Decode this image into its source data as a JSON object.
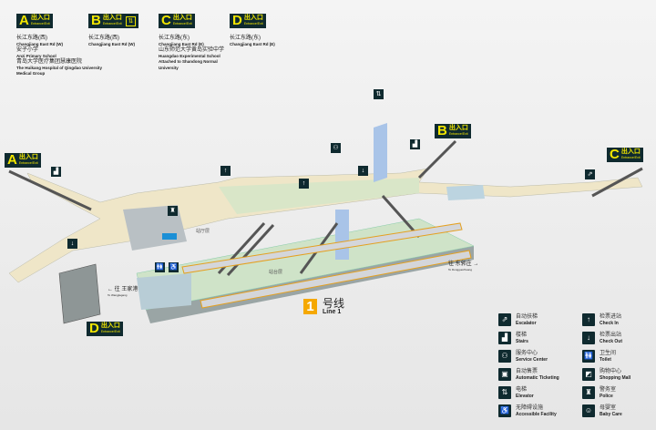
{
  "exits": [
    {
      "letter": "A",
      "cn": "出入口",
      "en": "Entrance/Exit",
      "info": [
        {
          "cn": "长江东路(西)",
          "en": "Changjiang East Rd (W)"
        },
        {
          "cn": "安子小学",
          "en": "Anzi Primary School"
        },
        {
          "cn": "青岛大学医疗集团慧康医院",
          "en": "The Huikang Hospital of Qingdao University Medical Group"
        }
      ]
    },
    {
      "letter": "B",
      "cn": "出入口",
      "en": "Entrance/Exit",
      "info": [
        {
          "cn": "长江东路(西)",
          "en": "Changjiang East Rd (W)"
        }
      ]
    },
    {
      "letter": "C",
      "cn": "出入口",
      "en": "Entrance/Exit",
      "info": [
        {
          "cn": "长江东路(东)",
          "en": "Changjiang East Rd (E)"
        },
        {
          "cn": "山东师范大学黄岛实验中学",
          "en": "Huangdao Experimental School Attached to Shandong Normal University"
        }
      ]
    },
    {
      "letter": "D",
      "cn": "出入口",
      "en": "Entrance/Exit",
      "info": [
        {
          "cn": "长江东路(东)",
          "en": "Changjiang East Rd (E)"
        }
      ]
    }
  ],
  "map": {
    "concourse": "站厅层",
    "platform": "站台层",
    "dir_left": "往 王家港",
    "dir_left_en": "To Wangjiagang",
    "dir_right": "往 东郭庄",
    "dir_right_en": "To Dongguozhuang",
    "line_num": "1",
    "line_cn": "号线",
    "line_en": "Line 1"
  },
  "legend": [
    {
      "icon": "escalator-icon",
      "glyph": "⇗",
      "cn": "自动扶梯",
      "en": "Escalator"
    },
    {
      "icon": "check-in-icon",
      "glyph": "↑",
      "cn": "检票进站",
      "en": "Check In"
    },
    {
      "icon": "stairs-icon",
      "glyph": "▟",
      "cn": "楼梯",
      "en": "Stairs"
    },
    {
      "icon": "check-out-icon",
      "glyph": "↓",
      "cn": "检票出站",
      "en": "Check Out"
    },
    {
      "icon": "service-center-icon",
      "glyph": "⚇",
      "cn": "服务中心",
      "en": "Service Center"
    },
    {
      "icon": "toilet-icon",
      "glyph": "🚻",
      "cn": "卫生间",
      "en": "Toilet"
    },
    {
      "icon": "ticketing-icon",
      "glyph": "▣",
      "cn": "自动售票",
      "en": "Automatic Ticketing"
    },
    {
      "icon": "shopping-icon",
      "glyph": "◩",
      "cn": "购物中心",
      "en": "Shopping Mall"
    },
    {
      "icon": "elevator-icon",
      "glyph": "⇅",
      "cn": "电梯",
      "en": "Elevator"
    },
    {
      "icon": "police-icon",
      "glyph": "♜",
      "cn": "警务室",
      "en": "Police"
    },
    {
      "icon": "accessible-icon",
      "glyph": "♿",
      "cn": "无障碍设施",
      "en": "Accessible Facility"
    },
    {
      "icon": "baby-care-icon",
      "glyph": "☺",
      "cn": "母婴室",
      "en": "Baby Care"
    }
  ]
}
